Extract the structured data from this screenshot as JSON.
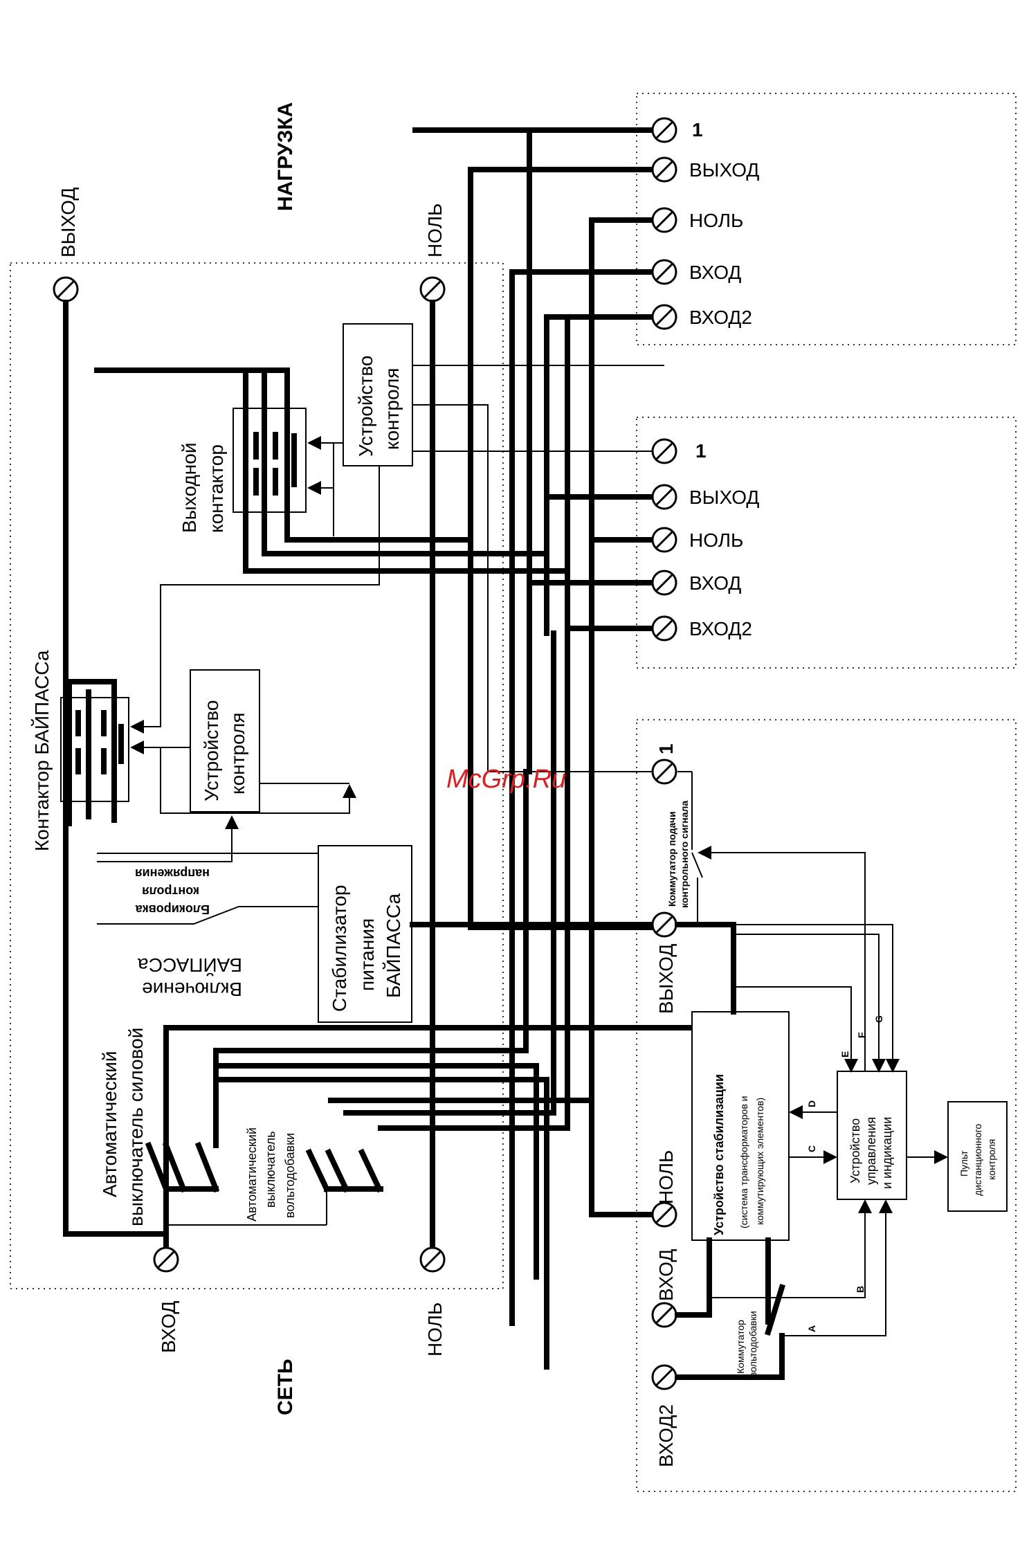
{
  "section_titles": {
    "network": "СЕТЬ",
    "load": "НАГРУЗКА"
  },
  "input_terminals": {
    "input": "ВХОД",
    "zero": "НОЛЬ"
  },
  "output_terminals": {
    "output": "ВЫХОД",
    "zero": "НОЛЬ"
  },
  "blocks": {
    "bypass_contactor": "Контактор БАЙПАССа",
    "output_contactor_l1": "Выходной",
    "output_contactor_l2": "контактор",
    "control_device_top_l1": "Устройство",
    "control_device_top_l2": "контроля",
    "control_device_mid_l1": "Устройство",
    "control_device_mid_l2": "контроля",
    "bypass_stab_l1": "Стабилизатор",
    "bypass_stab_l2": "питания",
    "bypass_stab_l3": "БАЙПАССа",
    "blocking_l1": "Блокировка",
    "blocking_l2": "контроля",
    "blocking_l3": "напряжения",
    "bypass_on_l1": "Включение",
    "bypass_on_l2": "БАЙПАССа",
    "breaker_power_l1": "Автоматический",
    "breaker_power_l2": "выключатель силовой",
    "breaker_boost_l1": "Автоматический",
    "breaker_boost_l2": "выключатель",
    "breaker_boost_l3": "вольтодобавки"
  },
  "modules": [
    {
      "t1": "1",
      "out": "ВЫХОД",
      "zero": "НОЛЬ",
      "in": "ВХОД",
      "in2": "ВХОД2"
    },
    {
      "t1": "1",
      "out": "ВЫХОД",
      "zero": "НОЛЬ",
      "in": "ВХОД",
      "in2": "ВХОД2"
    }
  ],
  "detail_module": {
    "t1": "1",
    "out": "ВЫХОД",
    "zero": "НОЛЬ",
    "in": "ВХОД",
    "in2": "ВХОД2",
    "stabilizer_title": "Устройство стабилизации",
    "stabilizer_sub_l1": "(система трансформаторов и",
    "stabilizer_sub_l2": "коммутирующих элементов)",
    "control_l1": "Устройство",
    "control_l2": "управления",
    "control_l3": "и индикации",
    "remote_l1": "Пульт",
    "remote_l2": "дистанционного",
    "remote_l3": "контроля",
    "switch_signal_l1": "Коммутатор подачи",
    "switch_signal_l2": "контрольного сигнала",
    "switch_boost_l1": "Коммутатор",
    "switch_boost_l2": "вольтодобавки",
    "sig_a": "A",
    "sig_b": "B",
    "sig_c": "C",
    "sig_d": "D",
    "sig_e": "E",
    "sig_f": "F",
    "sig_g": "G"
  },
  "watermark": "McGrp.Ru"
}
